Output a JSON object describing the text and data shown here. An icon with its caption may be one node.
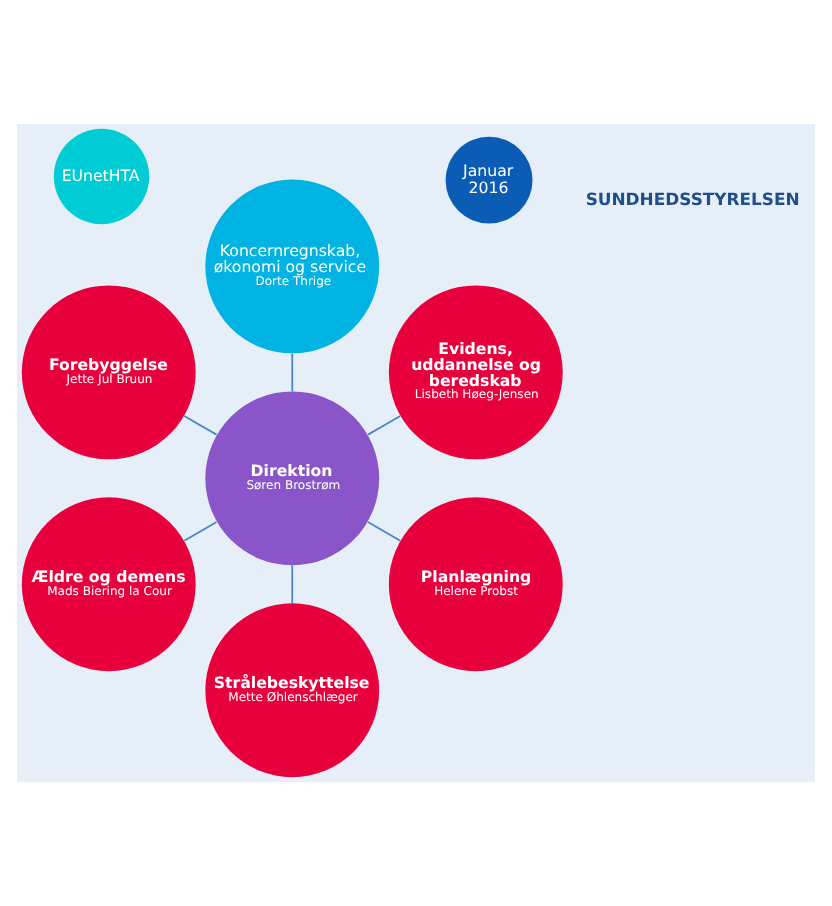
{
  "diagram": {
    "nodes": [
      {
        "text": [
          "Januar 2016"
        ]
      },
      {
        "text": [
          "Evidens, uddannelse og beredskab",
          "Lisbeth Høeg-Jensen"
        ]
      },
      {
        "text": [
          "Koncernregnskab, økonomi og service",
          "Dorte Thrige"
        ]
      },
      {
        "text": [
          "Forebyggelse",
          "Jette Jul Bruun"
        ]
      },
      {
        "text": [
          "Direktion",
          "Søren Brostrøm"
        ]
      },
      {
        "text": [
          "Ældre og demens",
          "Mads Biering la Cour"
        ]
      },
      {
        "text": [
          "Strålebeskyttelse",
          "Mette Øhlenschlæger"
        ]
      },
      {
        "text": [
          "Planlægning",
          "Helene Probst"
        ]
      },
      {
        "text": [
          "EUnetHTA"
        ]
      }
    ],
    "edges": [
      {
        "from": 4,
        "to": 1,
        "arrow": "none"
      },
      {
        "from": 4,
        "to": 2,
        "arrow": "none"
      },
      {
        "from": 4,
        "to": 3,
        "arrow": "none"
      },
      {
        "from": 4,
        "to": 5,
        "arrow": "none"
      },
      {
        "from": 4,
        "to": 6,
        "arrow": "none"
      },
      {
        "from": 4,
        "to": 7,
        "arrow": "none"
      }
    ],
    "labels": [
      "SUNDHEDSSTYRELSEN"
    ]
  }
}
